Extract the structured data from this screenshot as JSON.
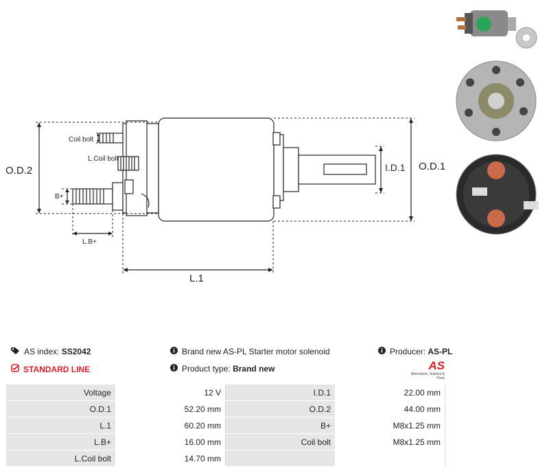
{
  "drawing": {
    "labels": {
      "od2": "O.D.2",
      "od1": "O.D.1",
      "id1": "I.D.1",
      "l1": "L.1",
      "lb": "L.B+",
      "bplus": "B+",
      "coil_bolt": "Coil bolt",
      "l_coil_bolt": "L.Coil bolt"
    }
  },
  "info": {
    "as_index_label": "AS index:",
    "as_index_value": "SS2042",
    "line": "STANDARD LINE",
    "description": "Brand new AS-PL Starter motor solenoid",
    "product_type_label": "Product type:",
    "product_type_value": "Brand new",
    "producer_label": "Producer:",
    "producer_value": "AS-PL",
    "logo_text": "AS",
    "logo_tagline": "Alternators, Starters & Parts"
  },
  "specs": [
    {
      "l1": "Voltage",
      "v1": "12 V",
      "l2": "I.D.1",
      "v2": "22.00 mm"
    },
    {
      "l1": "O.D.1",
      "v1": "52.20 mm",
      "l2": "O.D.2",
      "v2": "44.00 mm"
    },
    {
      "l1": "L.1",
      "v1": "60.20 mm",
      "l2": "B+",
      "v2": "M8x1.25 mm"
    },
    {
      "l1": "L.B+",
      "v1": "16.00 mm",
      "l2": "Coil bolt",
      "v2": "M8x1.25 mm"
    },
    {
      "l1": "L.Coil bolt",
      "v1": "14.70 mm",
      "l2": "",
      "v2": ""
    }
  ],
  "colors": {
    "accent_red": "#d4202a",
    "table_label_bg": "#e6e6e6"
  },
  "icons": [
    "tag-icon",
    "check-square-icon",
    "info-icon"
  ]
}
